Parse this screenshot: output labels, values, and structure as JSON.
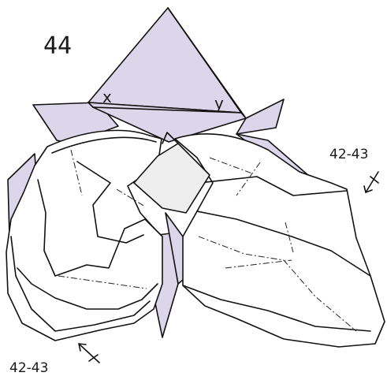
{
  "diagram": {
    "step_number": "44",
    "point_labels": {
      "x": "x",
      "y": "y"
    },
    "references": {
      "right": "42-43",
      "bottom_left": "42-43"
    },
    "colors": {
      "colored_side": "#dcd6ea",
      "white_side": "#ffffff",
      "center_square": "#eeeeee",
      "line": "#111111"
    }
  }
}
